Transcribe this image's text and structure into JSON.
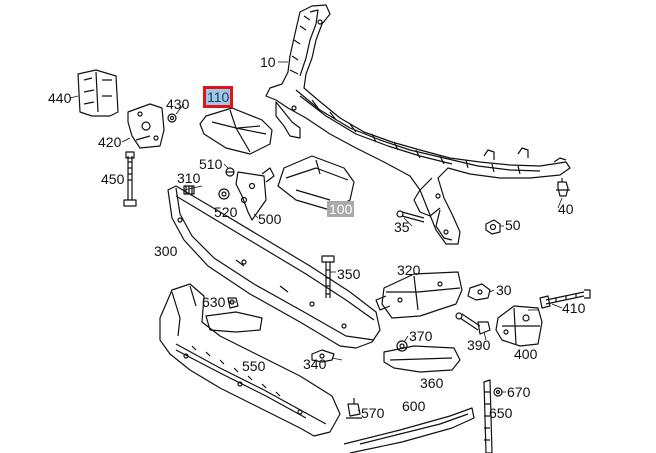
{
  "diagram": {
    "highlight_color": "#e0141b",
    "highlight_fill": "#9fc7e6",
    "shaded_fill": "#a9a9a9",
    "callouts": {
      "c10": "10",
      "c30": "30",
      "c35": "35",
      "c40": "40",
      "c50": "50",
      "c100": "100",
      "c110": "110",
      "c300": "300",
      "c310": "310",
      "c320": "320",
      "c340": "340",
      "c350": "350",
      "c360": "360",
      "c370": "370",
      "c390": "390",
      "c400": "400",
      "c410": "410",
      "c420": "420",
      "c430": "430",
      "c440": "440",
      "c450": "450",
      "c500": "500",
      "c510": "510",
      "c520": "520",
      "c550": "550",
      "c570": "570",
      "c600": "600",
      "c630": "630",
      "c650": "650",
      "c670": "670"
    }
  }
}
